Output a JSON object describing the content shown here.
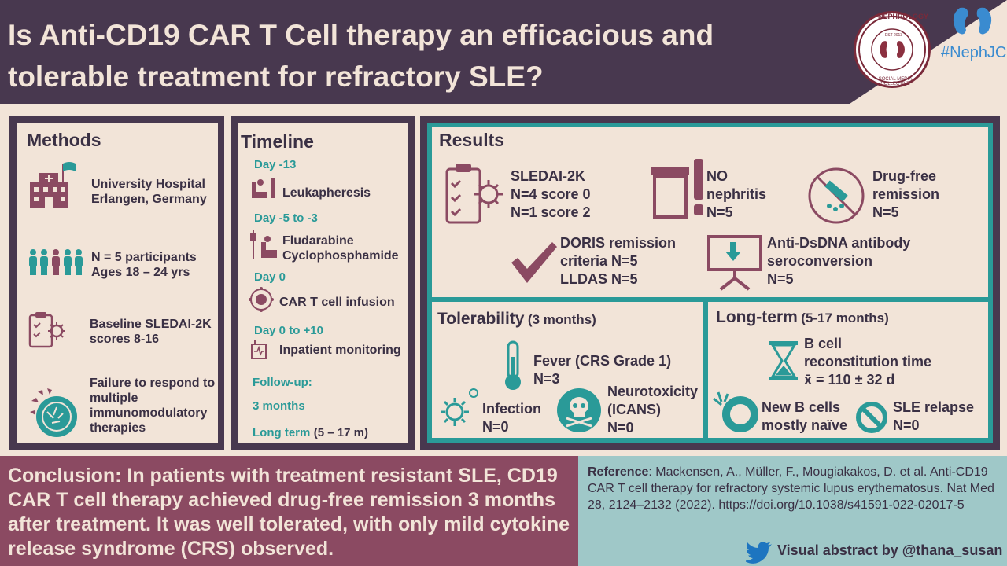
{
  "header": {
    "title": "Is Anti-CD19 CAR T Cell therapy an efficacious and tolerable treatment for refractory SLE?",
    "logo_text": "NEPHROLOGY",
    "logo_sub": "SOCIAL MEDIA COLLECTIVE",
    "logo_est": "EST 2013",
    "hashtag": "#NephJC"
  },
  "methods": {
    "title": "Methods",
    "items": [
      {
        "icon": "hospital-icon",
        "text": "University Hospital Erlangen, Germany"
      },
      {
        "icon": "people-icon",
        "text": "N = 5 participants Ages 18 – 24 yrs"
      },
      {
        "icon": "clipboard-virus-icon",
        "text": "Baseline SLEDAI-2K scores 8-16"
      },
      {
        "icon": "cell-icon",
        "text": "Failure to respond to multiple immunomodulatory therapies"
      }
    ]
  },
  "timeline": {
    "title": "Timeline",
    "steps": [
      {
        "day": "Day -13",
        "text": "Leukapheresis"
      },
      {
        "day": "Day -5 to -3",
        "text": "Fludarabine Cyclophosphamide"
      },
      {
        "day": "Day 0",
        "text": "CAR T cell infusion"
      },
      {
        "day": "Day 0 to +10",
        "text": "Inpatient monitoring"
      }
    ],
    "followup_label": "Follow-up:",
    "followup_3": "3 months",
    "long_term_label": "Long term",
    "long_term_range": "(5 – 17 m)"
  },
  "results": {
    "title": "Results",
    "sledai": [
      "SLEDAI-2K",
      "N=4 score 0",
      "N=1 score 2"
    ],
    "nephritis": [
      "NO",
      "nephritis",
      "N=5"
    ],
    "drugfree": [
      "Drug-free",
      "remission",
      "N=5"
    ],
    "doris": [
      "DORIS remission",
      "criteria N=5",
      "LLDAS N=5"
    ],
    "dsdna": [
      "Anti-DsDNA antibody",
      "seroconversion",
      "N=5"
    ]
  },
  "tolerability": {
    "title": "Tolerability",
    "period": "(3 months)",
    "fever": [
      "Fever (CRS Grade 1)",
      "N=3"
    ],
    "infection": [
      "Infection",
      "N=0"
    ],
    "neuro": [
      "Neurotoxicity",
      "(ICANS)",
      "N=0"
    ]
  },
  "longterm": {
    "title": "Long-term",
    "period": "(5-17 months)",
    "bcell": [
      "B cell",
      "reconstitution time",
      "x̄ = 110 ± 32 d"
    ],
    "naive": [
      "New B cells",
      "mostly naïve"
    ],
    "relapse": [
      "SLE relapse",
      "N=0"
    ]
  },
  "conclusion": "Conclusion: In patients with treatment resistant SLE, CD19 CAR T cell therapy achieved drug-free remission 3 months after treatment. It was well tolerated, with only mild cytokine release syndrome (CRS) observed.",
  "reference": {
    "label": "Reference",
    "text": ": Mackensen, A., Müller, F., Mougiakakos, D. et al. Anti-CD19 CAR T cell therapy for refractory systemic lupus erythematosus. Nat Med 28, 2124–2132 (2022). https://doi.org/10.1038/s41591-022-02017-5"
  },
  "visual_abstract": "Visual abstract by @thana_susan",
  "colors": {
    "plum_dark": "#48384f",
    "plum": "#8b4a62",
    "teal": "#2a9a98",
    "cream": "#f2e4d8",
    "ref_bg": "#9fc8c8"
  }
}
